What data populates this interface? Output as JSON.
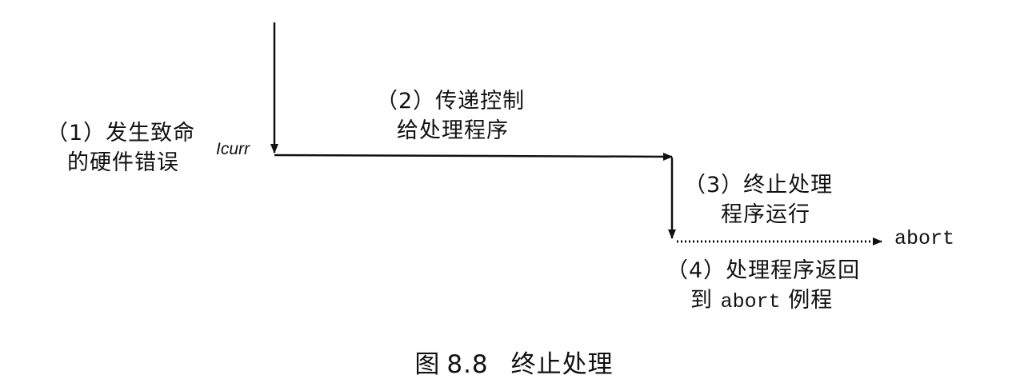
{
  "labels": {
    "step1": [
      "（1）发生致命",
      "的硬件错误"
    ],
    "step2": [
      "（2）传递控制",
      "给处理程序"
    ],
    "step3": [
      "（3）终止处理",
      "程序运行"
    ],
    "step4_line1": "（4）处理程序返回",
    "step4_line2_prefix": "到 ",
    "step4_line2_code": "abort",
    "step4_line2_suffix": " 例程"
  },
  "icurr": "Icurr",
  "target": "abort",
  "caption": {
    "figure": "图",
    "number": "8.8",
    "title": "终止处理"
  },
  "colors": {
    "ink": "#111111",
    "background": "#ffffff"
  }
}
